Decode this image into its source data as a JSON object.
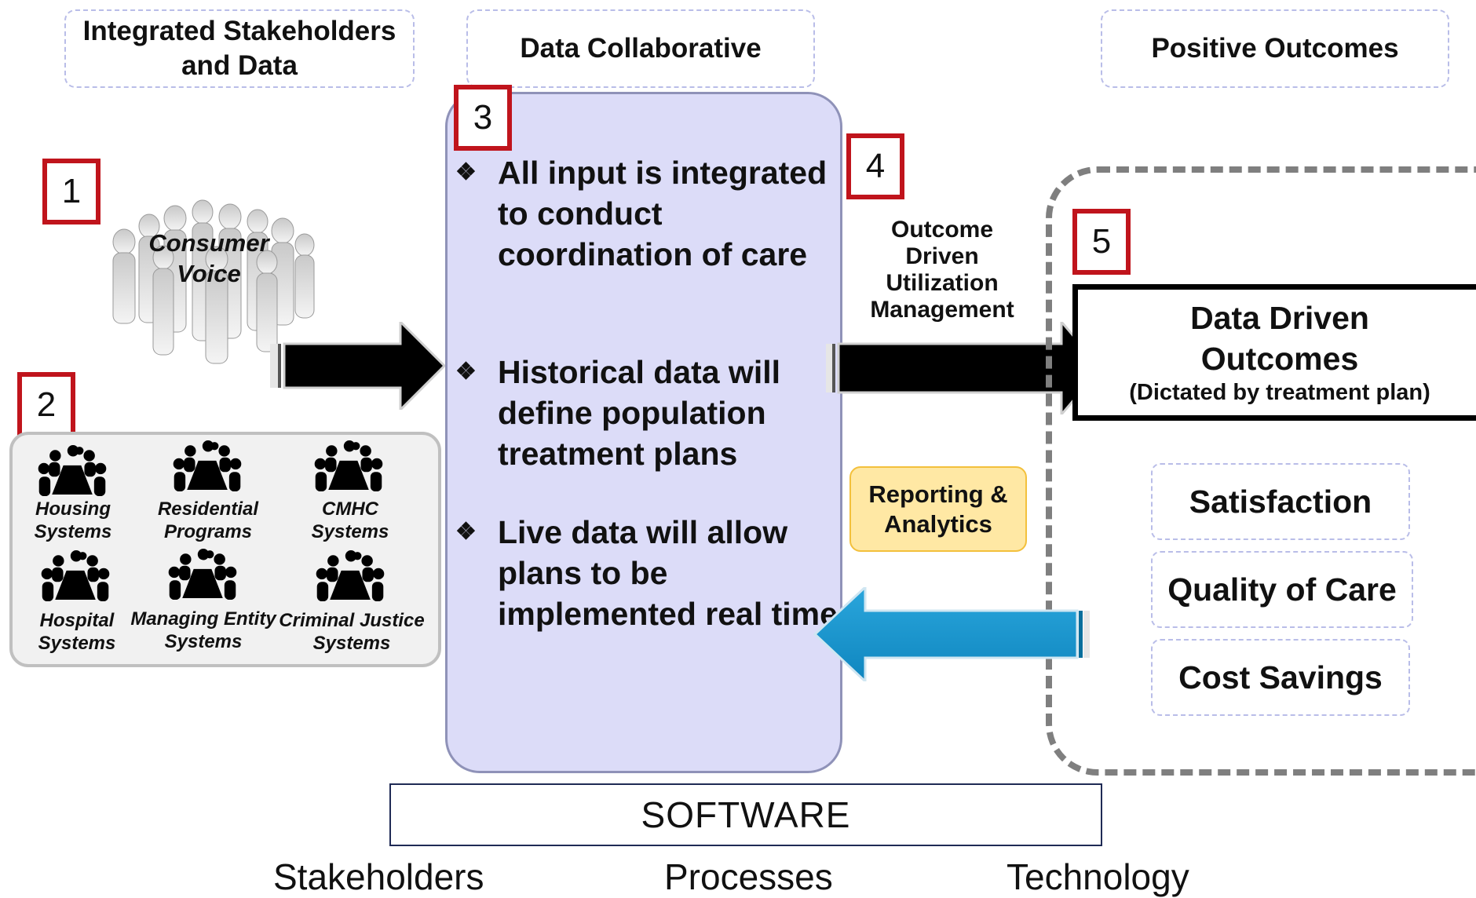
{
  "headers": {
    "left": "Integrated Stakeholders and Data",
    "middle": "Data Collaborative",
    "right": "Positive Outcomes"
  },
  "numbers": [
    "1",
    "2",
    "3",
    "4",
    "5"
  ],
  "consumer_voice": "Consumer Voice",
  "stakeholder_groups": [
    "Housing Systems",
    "Residential Programs",
    "CMHC Systems",
    "Hospital Systems",
    "Managing Entity Systems",
    "Criminal Justice Systems"
  ],
  "bullet_mark": "❖",
  "collaborative_points": [
    "All input is integrated to conduct coordination of care",
    "Historical data will define population treatment plans",
    "Live data will allow plans to be implemented real time"
  ],
  "outcome_driven_label": "Outcome Driven Utilization Management",
  "reporting_label": "Reporting & Analytics",
  "data_driven_outcomes": {
    "title": "Data Driven Outcomes",
    "subtitle": "(Dictated by treatment plan)"
  },
  "positive_outcomes": [
    "Satisfaction",
    "Quality of Care",
    "Cost Savings"
  ],
  "software_label": "SOFTWARE",
  "bottom_labels": [
    "Stakeholders",
    "Processes",
    "Technology"
  ],
  "colors": {
    "number_border": "#c0141c",
    "collab_fill": "#dcdcf8",
    "reporting_fill": "#ffe8a4",
    "feedback_arrow": "#1a8fc8",
    "forward_arrow": "#000000"
  }
}
